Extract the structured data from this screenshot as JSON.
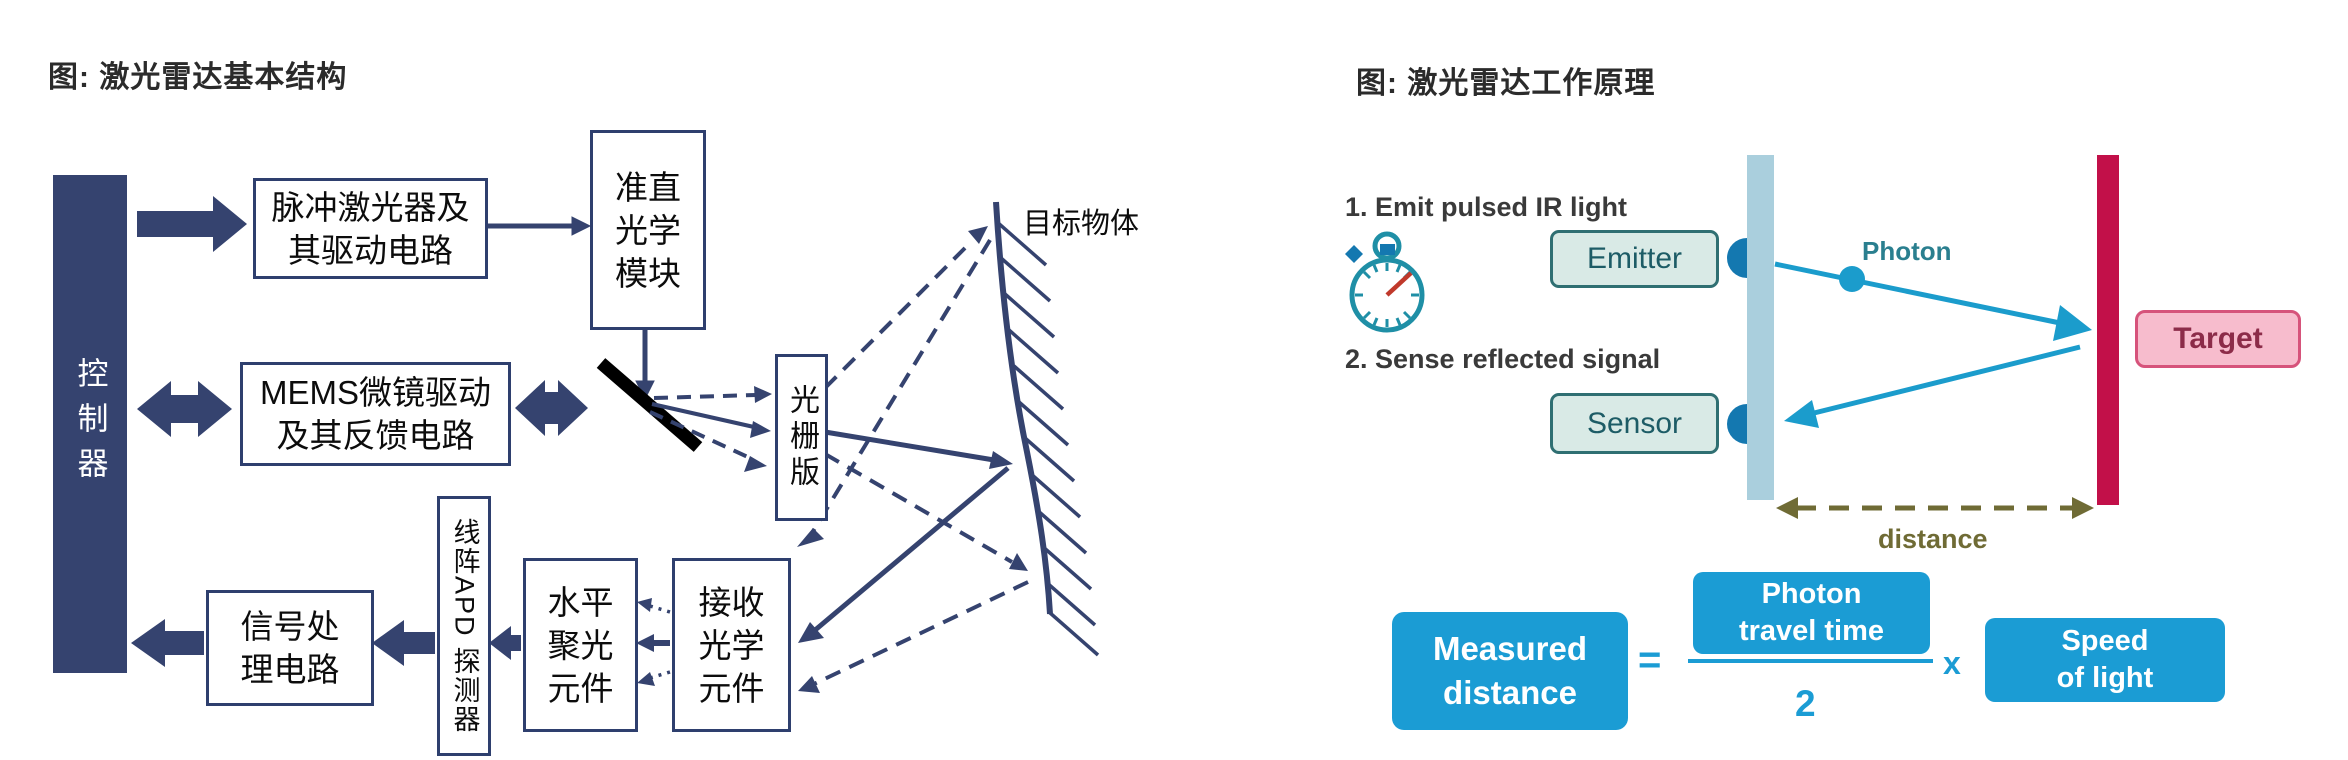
{
  "left": {
    "title": "图: 激光雷达基本结构",
    "controller": "控制器",
    "pulse_laser": "脉冲激光器及\n其驱动电路",
    "collimator": "准直\n光学\n模块",
    "mems": "MEMS微镜驱动\n及其反馈电路",
    "grating": "光栅版",
    "target_label": "目标物体",
    "receiver": "接收\n光学\n元件",
    "condenser": "水平\n聚光\n元件",
    "apd": "线阵APD 探测器",
    "signal": "信号处\n理电路"
  },
  "right": {
    "title": "图: 激光雷达工作原理",
    "step1": "1. Emit pulsed IR light",
    "step2": "2. Sense reflected signal",
    "emitter": "Emitter",
    "sensor": "Sensor",
    "photon": "Photon",
    "target": "Target",
    "distance": "distance",
    "formula": {
      "measured": "Measured\ndistance",
      "equals": "=",
      "numerator": "Photon\ntravel time",
      "denominator": "2",
      "times": "x",
      "speed": "Speed\nof light"
    }
  },
  "colors": {
    "navy": "#35436f",
    "navy_border": "#2e3f6e",
    "mirror_black": "#000000",
    "ray_blue": "#1b9ccc",
    "formula_blue": "#1b9cd4",
    "emitter_fill": "#d9eae6",
    "emitter_border": "#2f6f72",
    "emitter_text": "#1d5c66",
    "target_fill": "#f7bccd",
    "target_border": "#d6537b",
    "target_text": "#8c2c49",
    "lidar_bar": "#aacfdd",
    "target_bar": "#c21049",
    "semicircle_blue": "#1478b0",
    "distance_olive": "#6f6b35",
    "stopwatch_teal": "#1f8fa6",
    "stopwatch_hand": "#c0392b"
  }
}
